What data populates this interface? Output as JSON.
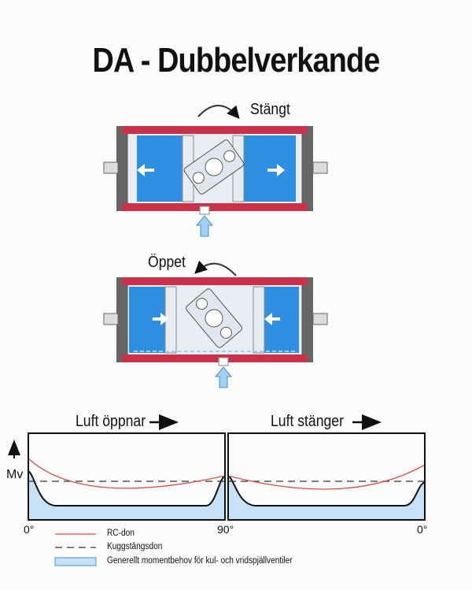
{
  "title": "DA - Dubbelverkande",
  "closed_state": {
    "label": "Stängt"
  },
  "open_state": {
    "label": "Öppet"
  },
  "chart": {
    "left_panel_label": "Luft öppnar",
    "right_panel_label": "Luft stänger",
    "y_label": "Mv",
    "x_ticks": [
      "0°",
      "90°",
      "0°"
    ]
  },
  "legend": {
    "rc_don": "RC-don",
    "kuggstangsdon": "Kuggstångsdon",
    "general": "Generellt momentbehov för kul- och vridspjällventiler"
  },
  "colors": {
    "blue": "#2f8fe0",
    "red_body": "#c8334a",
    "rc_line": "#d8504c",
    "fill": "#c7e2f6"
  }
}
